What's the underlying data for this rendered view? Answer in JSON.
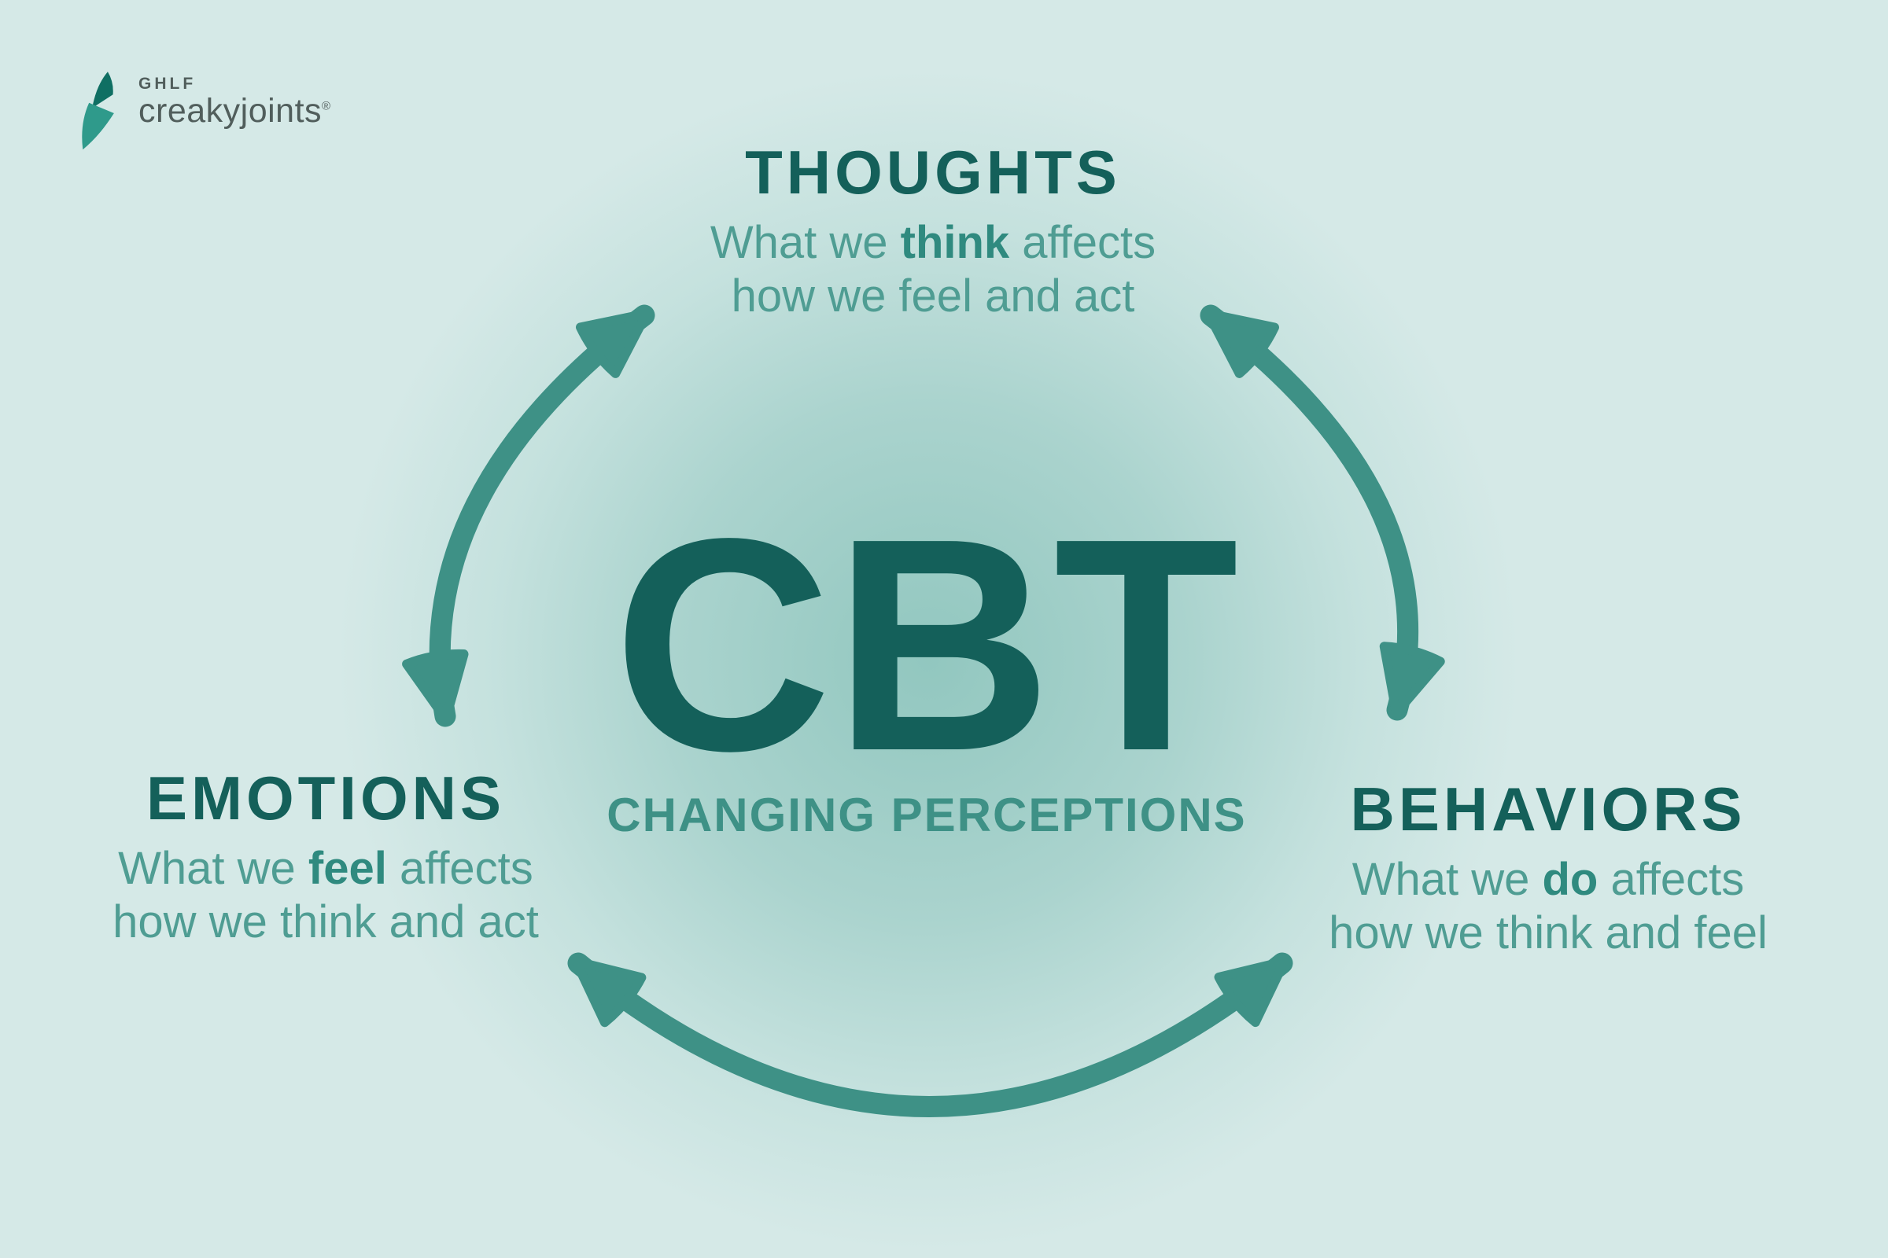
{
  "colors": {
    "background": "#d5e9e7",
    "dark_teal": "#14605a",
    "medium_teal": "#4f9d93",
    "bold_teal": "#2f8a7f",
    "arrow_teal": "#3e9186",
    "logo_gray": "#515e5c"
  },
  "logo": {
    "org": "GHLF",
    "brand": "creakyjoints",
    "registered": "®"
  },
  "center": {
    "title": "CBT",
    "tagline": "CHANGING PERCEPTIONS"
  },
  "nodes": {
    "thoughts": {
      "title": "THOUGHTS",
      "line1_pre": "What we ",
      "keyword": "think",
      "line1_post": " affects",
      "line2": "how we feel and act"
    },
    "emotions": {
      "title": "EMOTIONS",
      "line1_pre": "What we ",
      "keyword": "feel",
      "line1_post": " affects",
      "line2": "how we think and act"
    },
    "behaviors": {
      "title": "BEHAVIORS",
      "line1_pre": "What we ",
      "keyword": "do",
      "line1_post": " affects",
      "line2": "how we think and feel"
    }
  },
  "arrows": {
    "left": "thoughts-emotions",
    "right": "thoughts-behaviors",
    "bottom": "emotions-behaviors"
  }
}
